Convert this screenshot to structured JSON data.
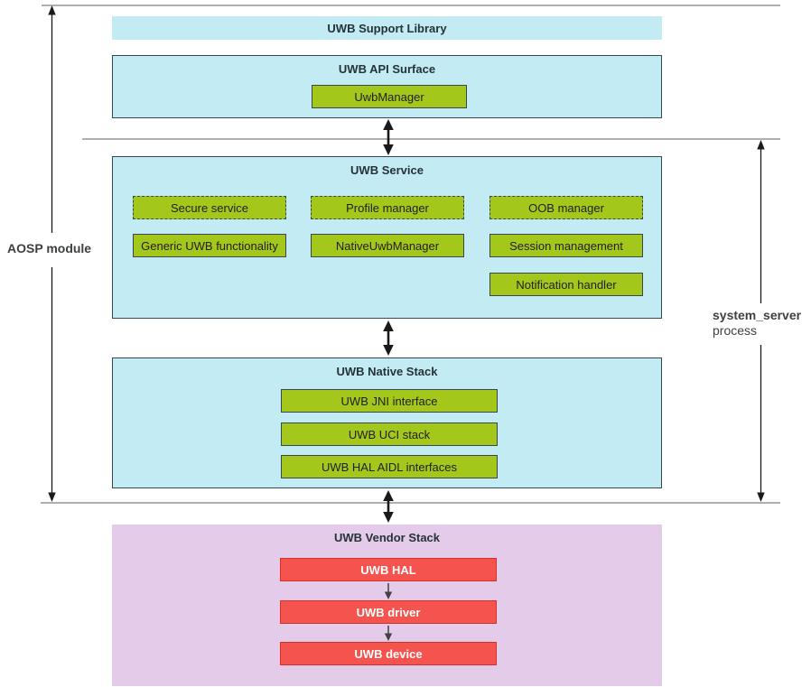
{
  "side_labels": {
    "aosp_module": "AOSP module",
    "system_server": "system_server",
    "system_server_sub": "process"
  },
  "support_library": {
    "title": "UWB Support Library"
  },
  "api_surface": {
    "title": "UWB API Surface",
    "uwb_manager": "UwbManager"
  },
  "service": {
    "title": "UWB Service",
    "dashed_items": [
      "Secure service",
      "Profile manager",
      "OOB manager"
    ],
    "solid_items": [
      "Generic UWB functionality",
      "NativeUwbManager",
      "Session management"
    ],
    "extra_item": "Notification handler"
  },
  "native_stack": {
    "title": "UWB Native Stack",
    "items": [
      "UWB JNI interface",
      "UWB UCI stack",
      "UWB HAL AIDL interfaces"
    ]
  },
  "vendor_stack": {
    "title": "UWB Vendor Stack",
    "items": [
      "UWB HAL",
      "UWB driver",
      "UWB device"
    ]
  },
  "colors": {
    "cyan_fill": "#c2ebf3",
    "green_fill": "#a4c71c",
    "red_fill": "#f4544d",
    "red_border": "#d93025",
    "purple_fill": "#e4cbe9",
    "dark_border": "#37474f",
    "line_gray": "#b0b0b0",
    "arrow_black": "#1a1a1a"
  }
}
